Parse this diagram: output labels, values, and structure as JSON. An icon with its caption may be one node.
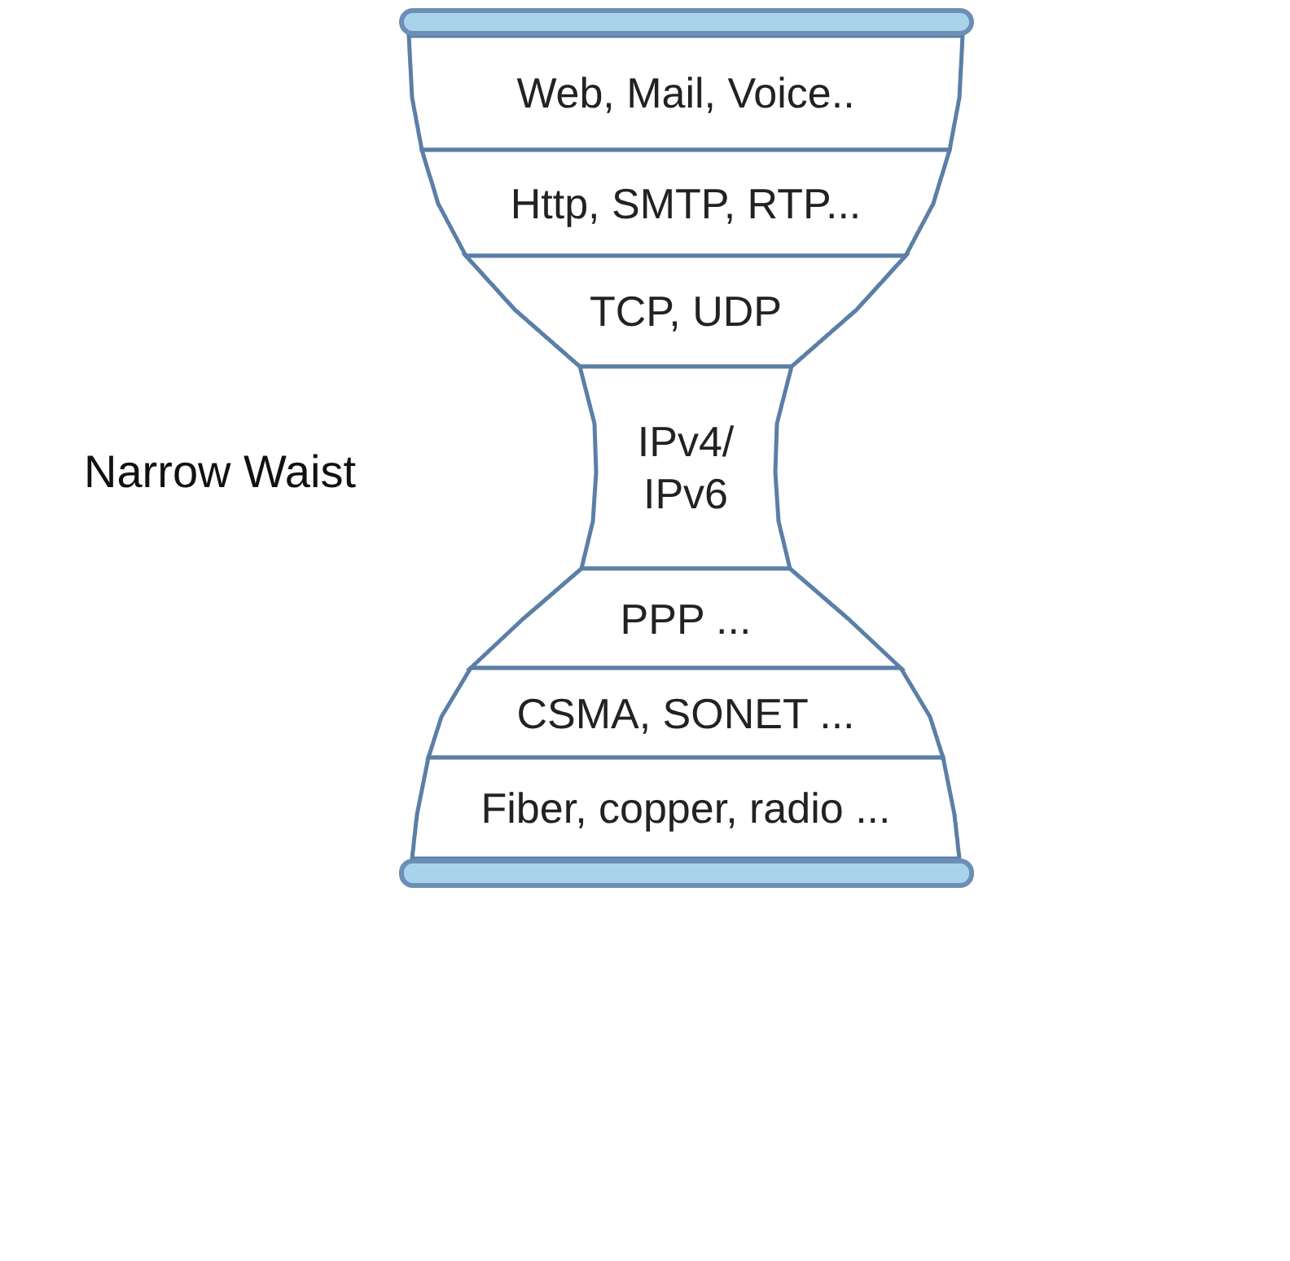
{
  "diagram": {
    "nodes": [
      {
        "text": [],
        "shape": "bar"
      },
      {
        "text": [
          "Web, Mail, Voice.."
        ]
      },
      {
        "text": [
          "Http, SMTP, RTP..."
        ]
      },
      {
        "text": [
          "TCP, UDP"
        ]
      },
      {
        "text": [
          "IPv4/ IPv6"
        ]
      },
      {
        "text": [
          "PPP ..."
        ]
      },
      {
        "text": [
          "CSMA, SONET ..."
        ]
      },
      {
        "text": [
          "Fiber, copper, radio ..."
        ]
      },
      {
        "text": [],
        "shape": "bar"
      }
    ],
    "labels": [
      "Narrow Waist"
    ]
  }
}
